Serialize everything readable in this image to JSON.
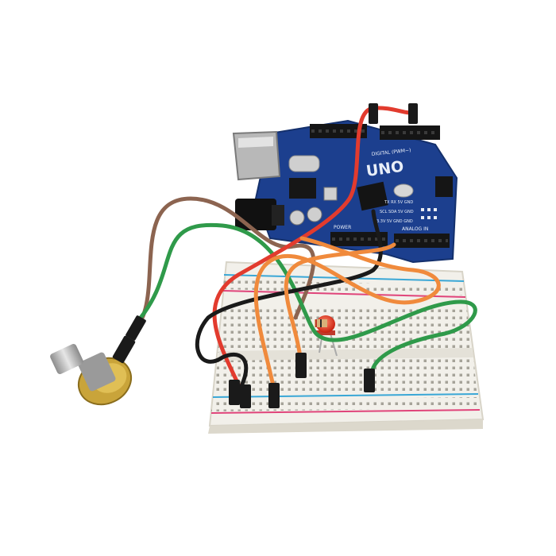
{
  "board": {
    "logo_text": "UNO",
    "digital_header_label": "DIGITAL (PWM~)",
    "analog_header_label": "ANALOG IN",
    "power_header_label": "POWER",
    "pin_labels": "TX RX 5V GND",
    "pin_labels_2": "SCL SDA 5V GND",
    "pin_labels_3": "3.3V 5V GND GND",
    "board_color": "#1c3f8e"
  },
  "colors": {
    "wire_red": "#e23b2e",
    "wire_green": "#2f9a4a",
    "wire_brown": "#8c6450",
    "wire_orange": "#f08a3c",
    "wire_black": "#1a1a1a",
    "breadboard": "#f2f0ea",
    "rail_red": "#e0447a",
    "rail_blue": "#3aa7d6",
    "led": "#e8321c",
    "pot_body": "#c9a43a"
  }
}
